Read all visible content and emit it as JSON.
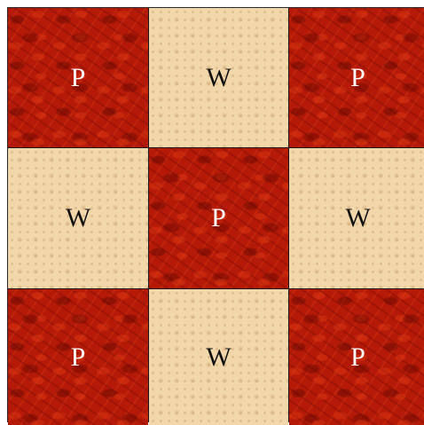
{
  "board": {
    "colors": {
      "p_fabric": "#b51a08",
      "w_fabric": "#f2d7ab",
      "p_label": "#ffffff",
      "w_label": "#111111"
    },
    "rows": [
      [
        "P",
        "W",
        "P"
      ],
      [
        "W",
        "P",
        "W"
      ],
      [
        "P",
        "W",
        "P"
      ]
    ]
  }
}
